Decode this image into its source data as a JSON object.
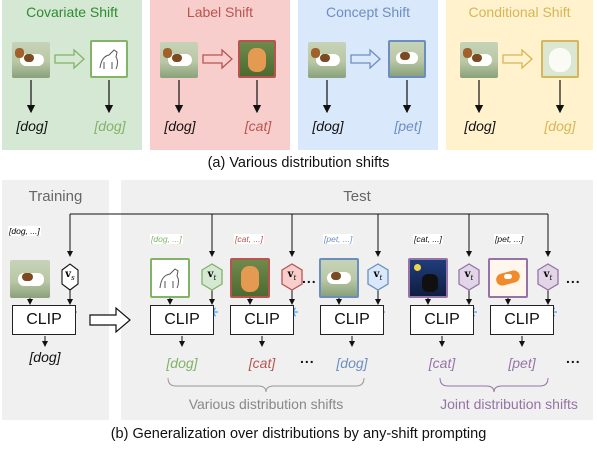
{
  "top_panels": [
    {
      "title": "Covariate Shift",
      "color": "#2e8b2e",
      "bg": "#d5e8d4",
      "label_left": "[dog]",
      "label_right": "[dog]"
    },
    {
      "title": "Label Shift",
      "color": "#b85450",
      "bg": "#f8cecc",
      "label_left": "[dog]",
      "label_right": "[cat]"
    },
    {
      "title": "Concept Shift",
      "color": "#6c8ebf",
      "bg": "#dae8fc",
      "label_left": "[dog]",
      "label_right": "[pet]"
    },
    {
      "title": "Conditional Shift",
      "color": "#d6b656",
      "bg": "#fff2cc",
      "label_left": "[dog]",
      "label_right": "[dog]"
    }
  ],
  "caption_a": "(a) Various distribution shifts",
  "caption_b": "(b) Generalization over distributions by any-shift prompting",
  "training": {
    "title": "Training",
    "prompt": "[dog, ...]",
    "label": "[dog]",
    "clip": "CLIP",
    "vs": "v"
  },
  "test": {
    "title": "Test",
    "columns": [
      {
        "prompt": "[dog, ...]",
        "label": "[dog]",
        "color": "#82b366",
        "clip": "CLIP"
      },
      {
        "prompt": "[cat, ...]",
        "label": "[cat]",
        "color": "#b85450",
        "clip": "CLIP"
      },
      {
        "prompt": "[pet, ...]",
        "label": "[dog]",
        "color": "#6c8ebf",
        "clip": "CLIP"
      },
      {
        "prompt": "[cat, ...]",
        "label": "[cat]",
        "color": "#9673a6",
        "clip": "CLIP"
      },
      {
        "prompt": "[pet, ...]",
        "label": "[pet]",
        "color": "#9673a6",
        "clip": "CLIP"
      }
    ],
    "dots": "...",
    "brace_various": "Various distribution shifts",
    "brace_joint": "Joint distribution shifts"
  }
}
